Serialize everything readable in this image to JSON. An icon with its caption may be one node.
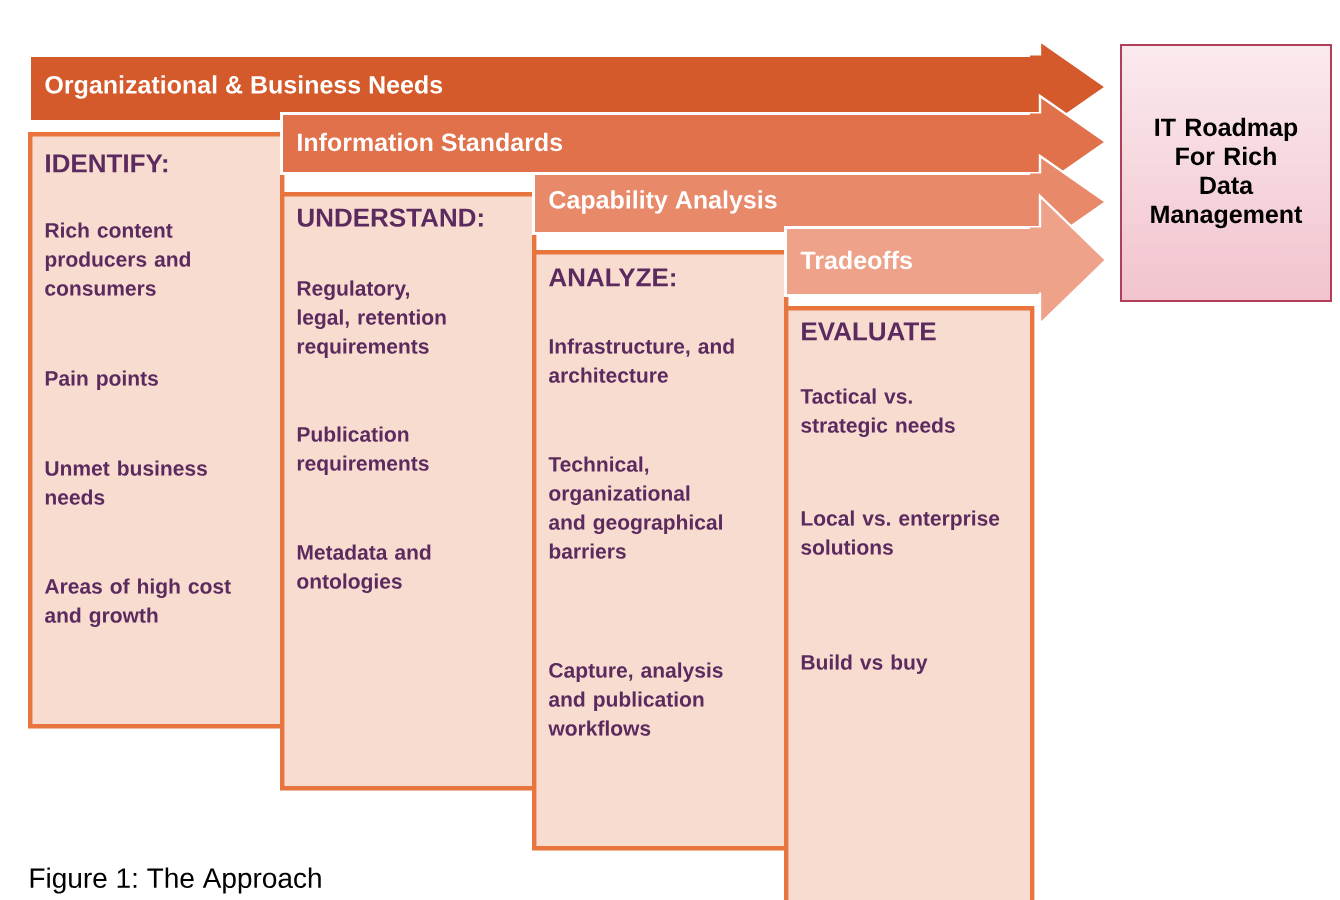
{
  "diagram": {
    "caption": "Figure 1: The Approach",
    "nodes": [
      {
        "text": [
          "Organizational & Business Needs"
        ]
      },
      {
        "text": [
          "Information Standards"
        ]
      },
      {
        "text": [
          "Capability Analysis"
        ]
      },
      {
        "text": [
          "Tradeoffs"
        ]
      },
      {
        "text": [
          "IT Roadmap For Rich Data Management"
        ]
      },
      {
        "text": [
          "IDENTIFY:",
          "Rich content producers and consumers",
          "Pain points",
          "Unmet business needs",
          "Areas of high cost and growth"
        ]
      },
      {
        "text": [
          "UNDERSTAND:",
          "Regulatory, legal, retention requirements",
          "Publication requirements",
          "Metadata and ontologies"
        ]
      },
      {
        "text": [
          "ANALYZE:",
          "Infrastructure, and architecture",
          "Technical, organizational and geographical barriers",
          "Capture, analysis and publication workflows"
        ]
      },
      {
        "text": [
          "EVALUATE",
          "Tactical vs. strategic needs",
          "Local vs. enterprise solutions",
          "Build vs buy"
        ]
      }
    ]
  }
}
